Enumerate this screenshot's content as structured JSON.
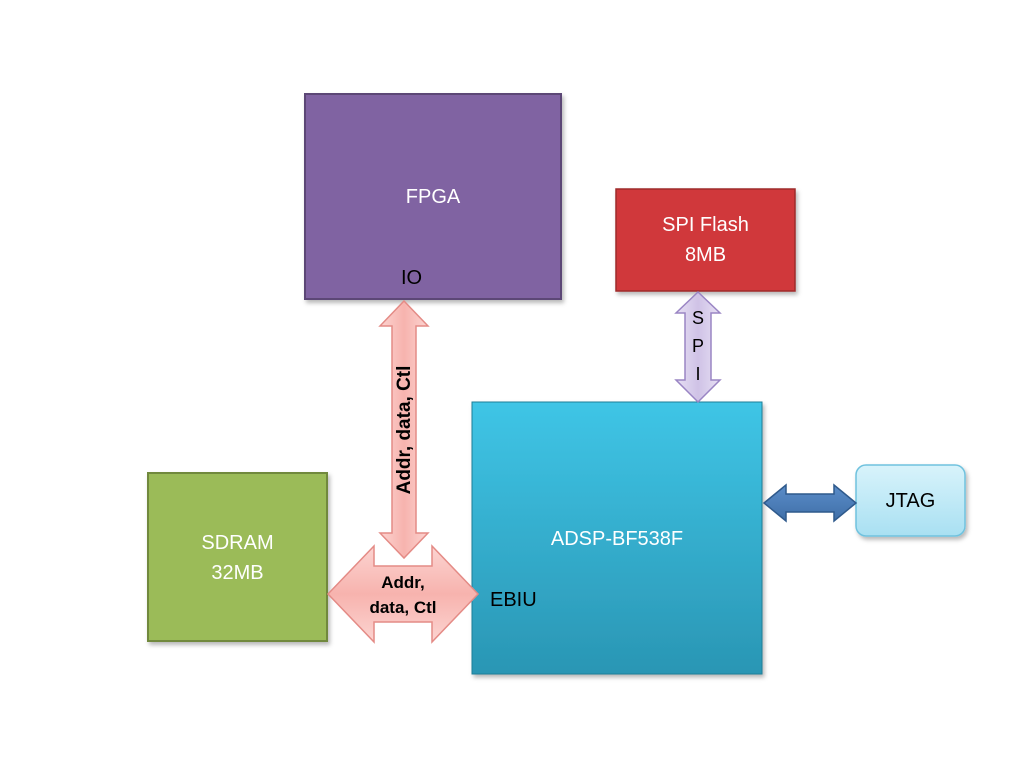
{
  "blocks": {
    "fpga": {
      "title": "FPGA",
      "port": "IO",
      "color": "#8064A2"
    },
    "spi_flash": {
      "line1": "SPI Flash",
      "line2": "8MB",
      "color": "#D0383A"
    },
    "sdram": {
      "line1": "SDRAM",
      "line2": "32MB",
      "color": "#9BBB59"
    },
    "dsp": {
      "title": "ADSP-BF538F",
      "port": "EBIU",
      "color": "#31B6D8"
    },
    "jtag": {
      "title": "JTAG",
      "color": "#C6ECF7"
    }
  },
  "links": {
    "fpga_dsp": {
      "label": "Addr, data, Ctl",
      "color": "#F8B9B5"
    },
    "sdram_dsp": {
      "line1": "Addr,",
      "line2": "data, Ctl",
      "color": "#F8B9B5"
    },
    "spi": {
      "letters": [
        "S",
        "P",
        "I"
      ],
      "color": "#D2C6E9"
    },
    "jtag_link": {
      "color": "#4F81BD"
    }
  }
}
